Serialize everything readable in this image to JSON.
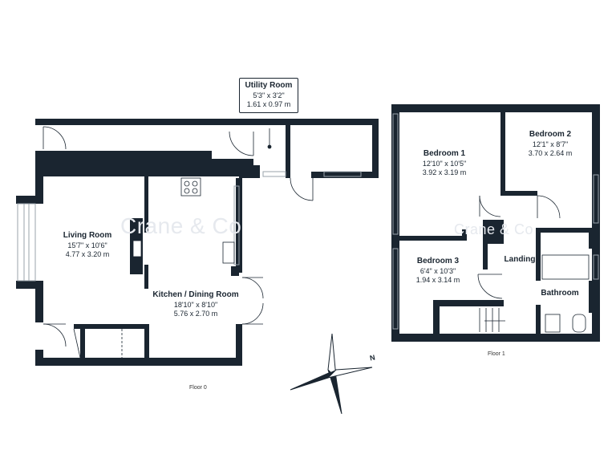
{
  "watermark": {
    "brand": "Crane & Co"
  },
  "rooms": {
    "utility": {
      "name": "Utility Room",
      "imperial": "5'3\" x 3'2\"",
      "metric": "1.61 x 0.97 m"
    },
    "living": {
      "name": "Living Room",
      "imperial": "15'7\" x 10'6\"",
      "metric": "4.77 x 3.20 m"
    },
    "kitchen": {
      "name": "Kitchen / Dining Room",
      "imperial": "18'10\" x 8'10\"",
      "metric": "5.76 x 2.70 m"
    },
    "bedroom1": {
      "name": "Bedroom 1",
      "imperial": "12'10\" x 10'5\"",
      "metric": "3.92 x 3.19 m"
    },
    "bedroom2": {
      "name": "Bedroom 2",
      "imperial": "12'1\" x 8'7\"",
      "metric": "3.70 x 2.64 m"
    },
    "bedroom3": {
      "name": "Bedroom 3",
      "imperial": "6'4\" x 10'3\"",
      "metric": "1.94 x 3.14 m"
    },
    "landing": {
      "name": "Landing"
    },
    "bathroom": {
      "name": "Bathroom"
    }
  },
  "floors": {
    "ground": "Floor 0",
    "first": "Floor 1"
  },
  "compass": {
    "north": "N"
  },
  "colors": {
    "wall": "#1a2530",
    "window": "#9aa3ab",
    "watermark": "#e6e9ee"
  }
}
